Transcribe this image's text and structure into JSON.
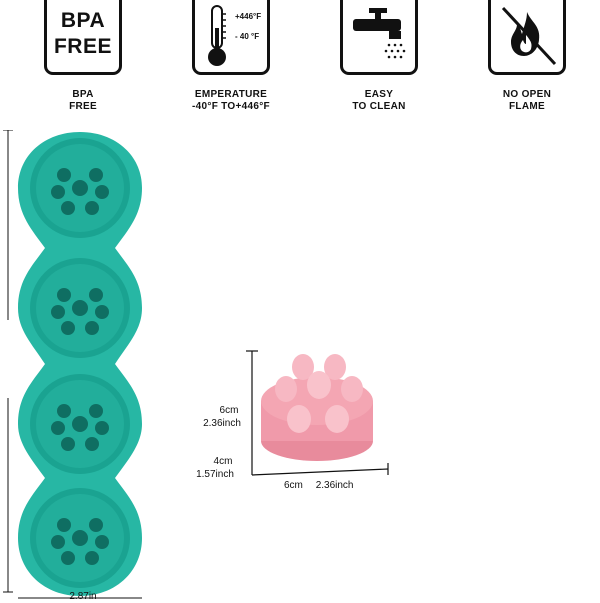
{
  "features": [
    {
      "icon": "bpa-free-badge-icon",
      "line1": "BPA",
      "line2": "FREE",
      "badge_line1": "BPA",
      "badge_line2": "FREE"
    },
    {
      "icon": "thermometer-icon",
      "line1": "EMPERATURE",
      "line2": "-40°F TO+446°F",
      "high": "+446°F",
      "low": "- 40 °F"
    },
    {
      "icon": "faucet-icon",
      "line1": "EASY",
      "line2": "TO CLEAN"
    },
    {
      "icon": "no-flame-icon",
      "line1": "NO OPEN",
      "line2": "FLAME"
    }
  ],
  "mold": {
    "color": "#27b7a4",
    "cavities": 4,
    "width_label": "2.87in"
  },
  "soap_bar": {
    "color": "#f4a6b3",
    "height_label_cm": "6cm",
    "height_label_in": "2.36inch",
    "depth_label_cm": "4cm",
    "depth_label_in": "1.57inch",
    "width_label_cm": "6cm",
    "width_label_in": "2.36inch"
  }
}
